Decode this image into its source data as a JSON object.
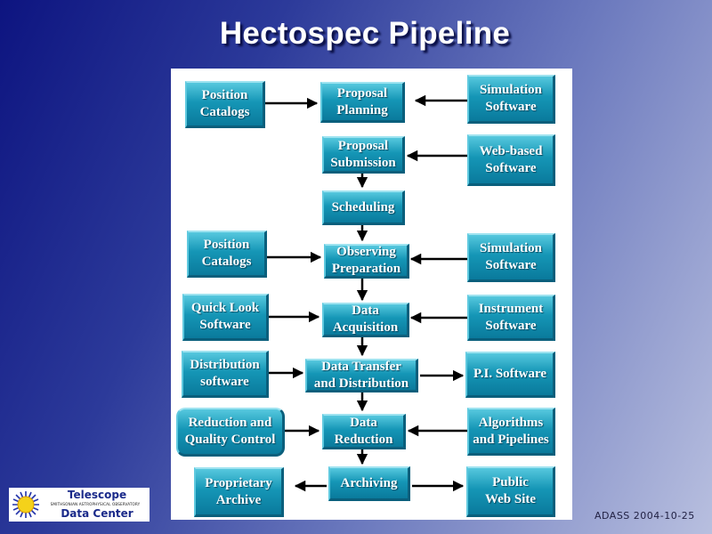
{
  "title": "Hectospec Pipeline",
  "logo": {
    "line1": "Telescope",
    "line2": "SMITHSONIAN ASTROPHYSICAL OBSERVATORY",
    "line3": "Data Center"
  },
  "footer": "ADASS 2004-10-25",
  "colors": {
    "box_top": "#56c8de",
    "box_bottom": "#0a7a9c",
    "arrow": "#000000"
  },
  "nodes": {
    "position_catalogs_1": "Position\nCatalogs",
    "proposal_planning": "Proposal\nPlanning",
    "simulation_software_1": "Simulation\nSoftware",
    "proposal_submission": "Proposal\nSubmission",
    "web_based_software": "Web-based\nSoftware",
    "scheduling": "Scheduling",
    "position_catalogs_2": "Position\nCatalogs",
    "observing_preparation": "Observing\nPreparation",
    "simulation_software_2": "Simulation\nSoftware",
    "quick_look_software": "Quick Look\nSoftware",
    "data_acquisition": "Data\nAcquisition",
    "instrument_software": "Instrument\nSoftware",
    "distribution_software": "Distribution\nsoftware",
    "data_transfer": "Data Transfer\nand Distribution",
    "pi_software": "P.I. Software",
    "reduction_quality": "Reduction and\nQuality Control",
    "data_reduction": "Data\nReduction",
    "algorithms_pipelines": "Algorithms\nand Pipelines",
    "proprietary_archive": "Proprietary\nArchive",
    "archiving": "Archiving",
    "public_web_site": "Public\nWeb Site"
  }
}
